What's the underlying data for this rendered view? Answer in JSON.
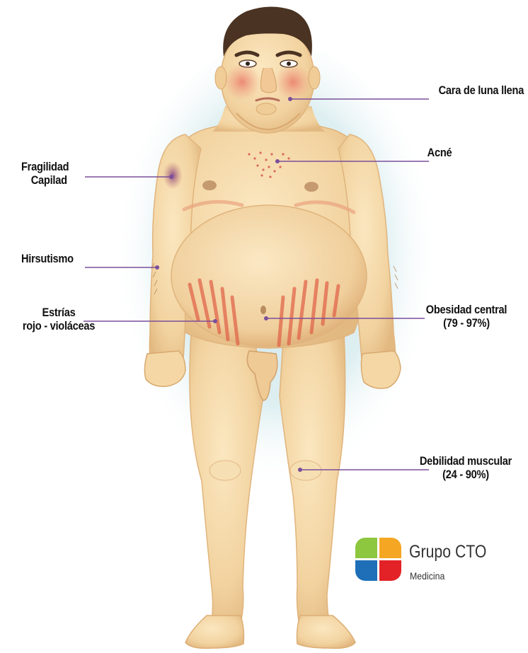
{
  "labels": {
    "cara": [
      "Cara de luna llena"
    ],
    "acne": [
      "Acné"
    ],
    "fragilidad": [
      "Fragilidad",
      "Capilad"
    ],
    "hirsutismo": [
      "Hirsutismo"
    ],
    "estrias": [
      "Estrías",
      "rojo - violáceas"
    ],
    "obesidad": [
      "Obesidad central",
      "(79 - 97%)"
    ],
    "debilidad": [
      "Debilidad muscular",
      "(24 - 90%)"
    ]
  },
  "logo": {
    "name": "Grupo CTO",
    "subtitle": "Medicina",
    "colors": [
      "#8dc63f",
      "#f5a623",
      "#1e6fb8",
      "#e32227"
    ]
  },
  "colors": {
    "leader_line": "#7b4f9a",
    "skin": "#f4d9a8",
    "halo": "#cfe6ea"
  }
}
